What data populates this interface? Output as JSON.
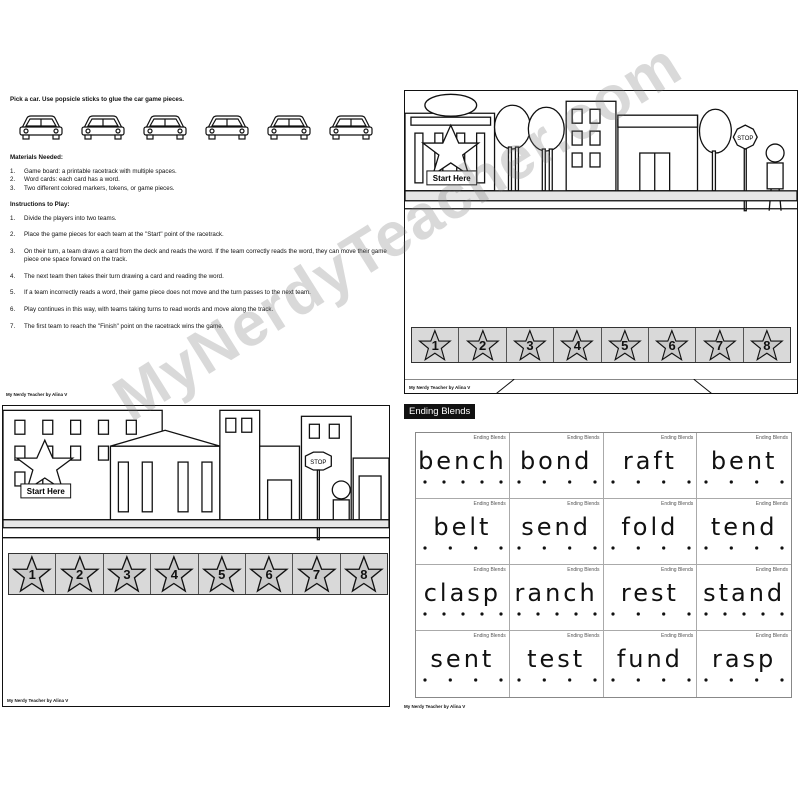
{
  "instructions": {
    "pick_line": "Pick a car. Use popsicle sticks to glue the car game pieces.",
    "car_count": 6,
    "materials_heading": "Materials Needed:",
    "materials": [
      "Game board: a printable racetrack with multiple spaces.",
      "Word cards: each card has a word.",
      "Two different colored markers, tokens, or game pieces."
    ],
    "steps_heading": "Instructions to Play:",
    "steps": [
      "Divide the players into two teams.",
      "Place the game pieces for each team at the \"Start\" point of the racetrack.",
      "On their turn, a team draws a card from the deck and reads the word. If the team correctly reads the word, they can move their game piece one space forward on the track.",
      "The next team then takes their turn drawing a card and reading the word.",
      "If a team incorrectly reads a word, their game piece does not move and the turn passes to the next team.",
      "Play continues in this way, with teams taking turns to read words and move along the track.",
      "The first team to reach the \"Finish\" point on the racetrack wins the game."
    ]
  },
  "credit": "My Nerdy Teacher by Alina V",
  "board": {
    "start_label": "Start Here",
    "stop_label": "STOP",
    "spaces": [
      "1",
      "2",
      "3",
      "4",
      "5",
      "6",
      "7",
      "8"
    ]
  },
  "ending_blends": {
    "heading": "Ending Blends",
    "card_label": "Ending Blends",
    "words": [
      "bench",
      "bond",
      "raft",
      "bent",
      "belt",
      "send",
      "fold",
      "tend",
      "clasp",
      "ranch",
      "rest",
      "stand",
      "sent",
      "test",
      "fund",
      "rasp"
    ]
  },
  "watermark": "MyNerdyTeacher.com",
  "colors": {
    "star_fill": "#c9c9c9",
    "space_fill": "#d9d9d9",
    "ink": "#111111"
  }
}
